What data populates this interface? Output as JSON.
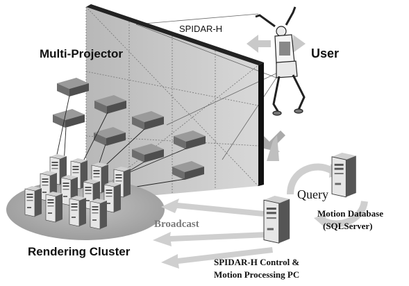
{
  "labels": {
    "spidar": "SPIDAR-H",
    "multi_projector": "Multi-Projector",
    "user": "User",
    "query": "Query",
    "motion_db_line1": "Motion Database",
    "motion_db_line2": "(SQLServer)",
    "broadcast": "Broadcast",
    "rendering_cluster": "Rendering Cluster",
    "control_pc_line1": "SPIDAR-H Control &",
    "control_pc_line2": "Motion Processing PC"
  },
  "icons": {
    "projector": "projector-box-icon",
    "server": "tower-pc-icon",
    "user": "basketball-player-icon",
    "arrow": "arrow-icon"
  },
  "colors": {
    "screen_fill": "#c8c8c8",
    "screen_frame": "#111111",
    "device_top": "#8a8a8a",
    "device_side": "#5a5a5a",
    "ellipse": "#a9a9a9",
    "arrow": "#c9c9c9",
    "text": "#111111"
  }
}
